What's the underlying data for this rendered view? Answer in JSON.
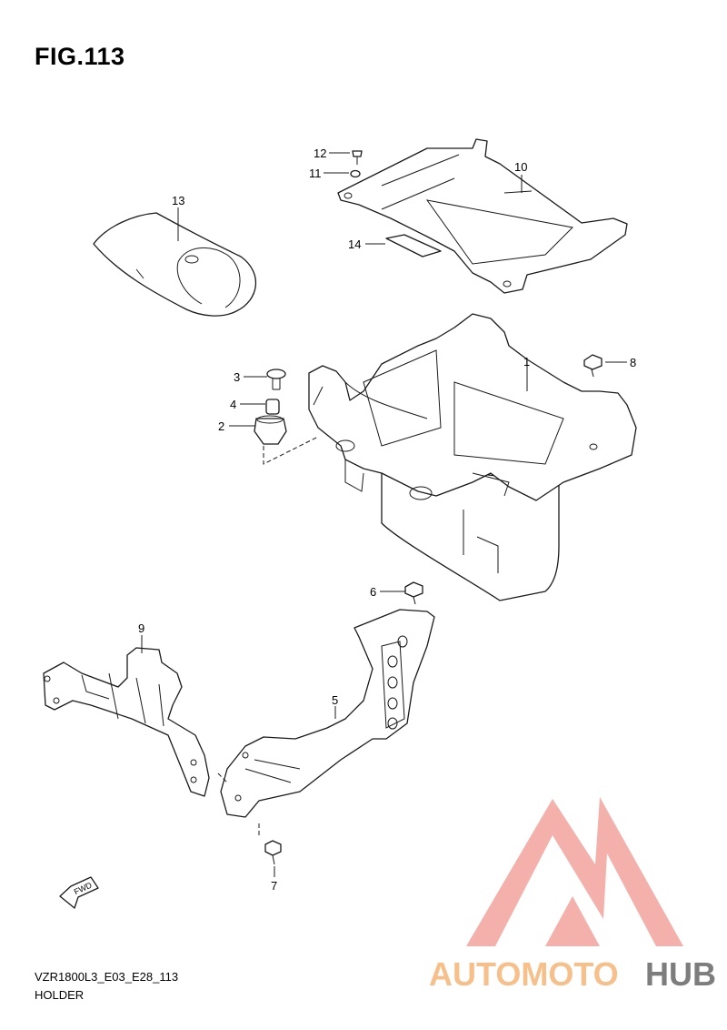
{
  "figure": {
    "title": "FIG.113",
    "model_code": "VZR1800L3_E03_E28_113",
    "section_name": "HOLDER"
  },
  "callouts": [
    "1",
    "2",
    "3",
    "4",
    "5",
    "6",
    "7",
    "8",
    "9",
    "10",
    "11",
    "12",
    "13",
    "14"
  ],
  "fwd_label": "FWD",
  "watermark": {
    "text_part1": "AUTOMOTO",
    "text_part2": "HUB",
    "color_accent": "#f3a39c",
    "color_orange": "#f7c08a",
    "color_gray": "#7d7d7d"
  }
}
